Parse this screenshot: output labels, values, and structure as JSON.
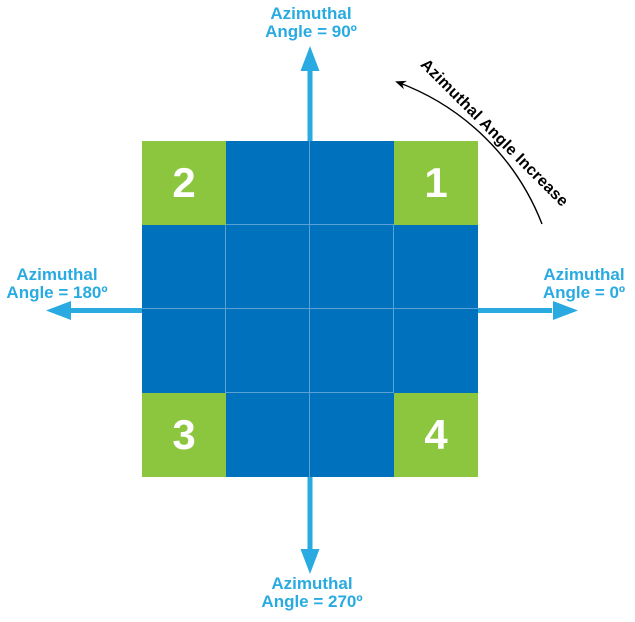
{
  "colors": {
    "blue": "#0071BC",
    "green": "#8CC63F",
    "cyan": "#29ABE2",
    "black": "#000000",
    "white": "#FFFFFF",
    "gridline": "rgba(255,255,255,0.35)"
  },
  "grid": {
    "rows": 4,
    "cols": 4,
    "cells": [
      [
        {
          "color": "green",
          "number": "2"
        },
        {
          "color": "blue",
          "number": ""
        },
        {
          "color": "blue",
          "number": ""
        },
        {
          "color": "green",
          "number": "1"
        }
      ],
      [
        {
          "color": "blue",
          "number": ""
        },
        {
          "color": "blue",
          "number": ""
        },
        {
          "color": "blue",
          "number": ""
        },
        {
          "color": "blue",
          "number": ""
        }
      ],
      [
        {
          "color": "blue",
          "number": ""
        },
        {
          "color": "blue",
          "number": ""
        },
        {
          "color": "blue",
          "number": ""
        },
        {
          "color": "blue",
          "number": ""
        }
      ],
      [
        {
          "color": "green",
          "number": "3"
        },
        {
          "color": "blue",
          "number": ""
        },
        {
          "color": "blue",
          "number": ""
        },
        {
          "color": "green",
          "number": "4"
        }
      ]
    ]
  },
  "axis_labels": {
    "top": [
      "Azimuthal",
      "Angle = 90º"
    ],
    "right": [
      "Azimuthal",
      "Angle = 0º"
    ],
    "bottom": [
      "Azimuthal",
      "Angle = 270º"
    ],
    "left": [
      "Azimuthal",
      "Angle = 180º"
    ]
  },
  "annotation": {
    "text": "Azimuthal Angle Increase"
  }
}
